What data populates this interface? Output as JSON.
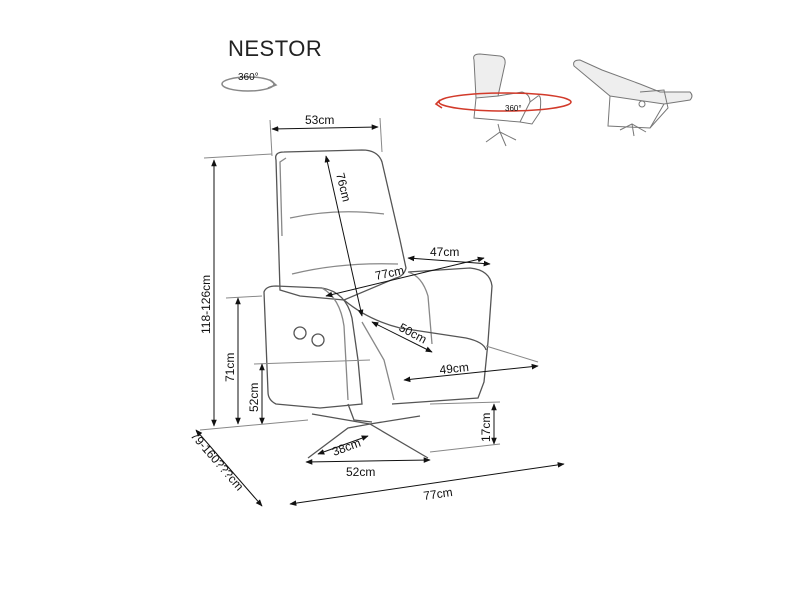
{
  "product": {
    "name": "NESTOR",
    "rotation": "360°",
    "rotation_small": "360°"
  },
  "dimensions": {
    "top_width": "53cm",
    "backrest_height": "76cm",
    "total_height": "118-126cm",
    "armrest_width": "47cm",
    "seat_span": "77cm",
    "seat_depth": "50cm",
    "seat_width": "49cm",
    "armrest_height": "71cm",
    "seat_height": "52cm",
    "base_height": "17cm",
    "base_depth": "38cm",
    "base_width": "52cm",
    "total_depth": "77cm",
    "recline_depth": "79-160???cm"
  },
  "colors": {
    "line": "#555555",
    "ink": "#111111",
    "accent": "#d23a2a"
  }
}
